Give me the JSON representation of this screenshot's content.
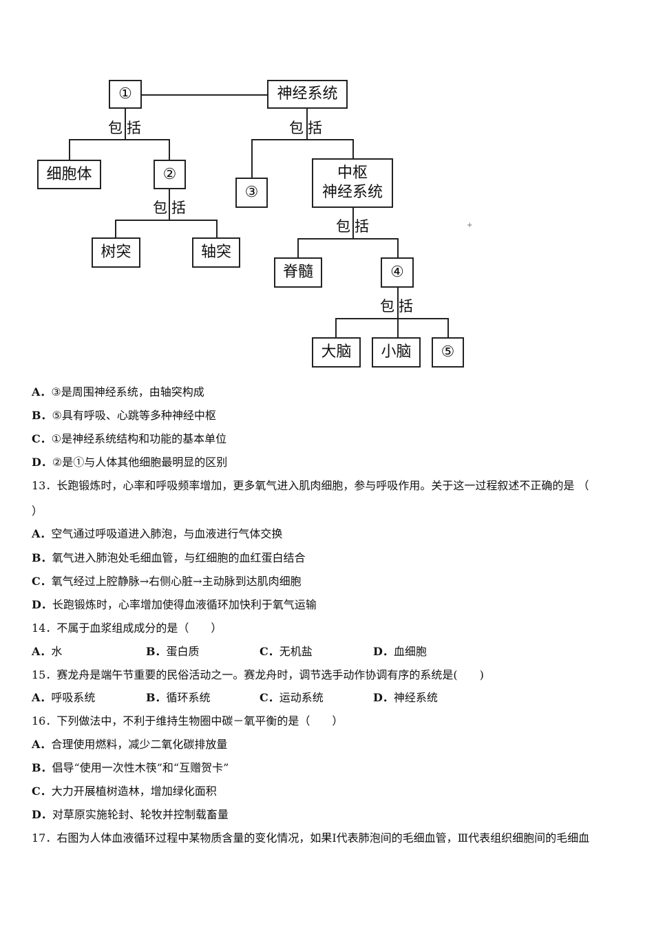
{
  "diagram": {
    "n1": "①",
    "nervous_system": "神经系统",
    "include": "包括",
    "cell_body": "细胞体",
    "n2": "②",
    "n3": "③",
    "cns": "中枢\n神经系统",
    "dendrite": "树突",
    "axon": "轴突",
    "spinal_cord": "脊髓",
    "n4": "④",
    "cerebrum": "大脑",
    "cerebellum": "小脑",
    "n5": "⑤",
    "mark": "+"
  },
  "q12": {
    "a_tag": "A．",
    "a": "③是周围神经系统，由轴突构成",
    "b_tag": "B．",
    "b": "⑤具有呼吸、心跳等多种神经中枢",
    "c_tag": "C．",
    "c": "①是神经系统结构和功能的基本单位",
    "d_tag": "D．",
    "d": "②是①与人体其他细胞最明显的区别"
  },
  "q13": {
    "stem": "13．长跑锻炼时，心率和呼吸频率增加，更多氧气进入肌肉细胞，参与呼吸作用。关于这一过程叙述不正确的是 （",
    "stem_end": "）",
    "a_tag": "A．",
    "a": "空气通过呼吸道进入肺泡，与血液进行气体交换",
    "b_tag": "B．",
    "b": "氧气进入肺泡处毛细血管，与红细胞的血红蛋白结合",
    "c_tag": "C．",
    "c": "氧气经过上腔静脉→右侧心脏→主动脉到达肌肉细胞",
    "d_tag": "D．",
    "d": "长跑锻炼时，心率增加使得血液循环加快利于氧气运输"
  },
  "q14": {
    "stem": "14．不属于血浆组成成分的是（　　）",
    "a_tag": "A．",
    "a": "水",
    "b_tag": "B．",
    "b": "蛋白质",
    "c_tag": "C．",
    "c": "无机盐",
    "d_tag": "D．",
    "d": "血细胞"
  },
  "q15": {
    "stem": "15．赛龙舟是端午节重要的民俗活动之一。赛龙舟时，调节选手动作协调有序的系统是(　　)",
    "a_tag": "A．",
    "a": "呼吸系统",
    "b_tag": "B．",
    "b": "循环系统",
    "c_tag": "C．",
    "c": "运动系统",
    "d_tag": "D．",
    "d": "神经系统"
  },
  "q16": {
    "stem": "16．下列做法中，不利于维持生物圈中碳－氧平衡的是（　　）",
    "a_tag": "A．",
    "a": "合理使用燃料，减少二氧化碳排放量",
    "b_tag": "B．",
    "b": "倡导“使用一次性木筷”和“互赠贺卡”",
    "c_tag": "C．",
    "c": "大力开展植树造林，增加绿化面积",
    "d_tag": "D．",
    "d": "对草原实施轮封、轮牧并控制载畜量"
  },
  "q17": {
    "stem": "17．右图为人体血液循环过程中某物质含量的变化情况，如果Ⅰ代表肺泡间的毛细血管，Ⅲ代表组织细胞间的毛细血"
  }
}
